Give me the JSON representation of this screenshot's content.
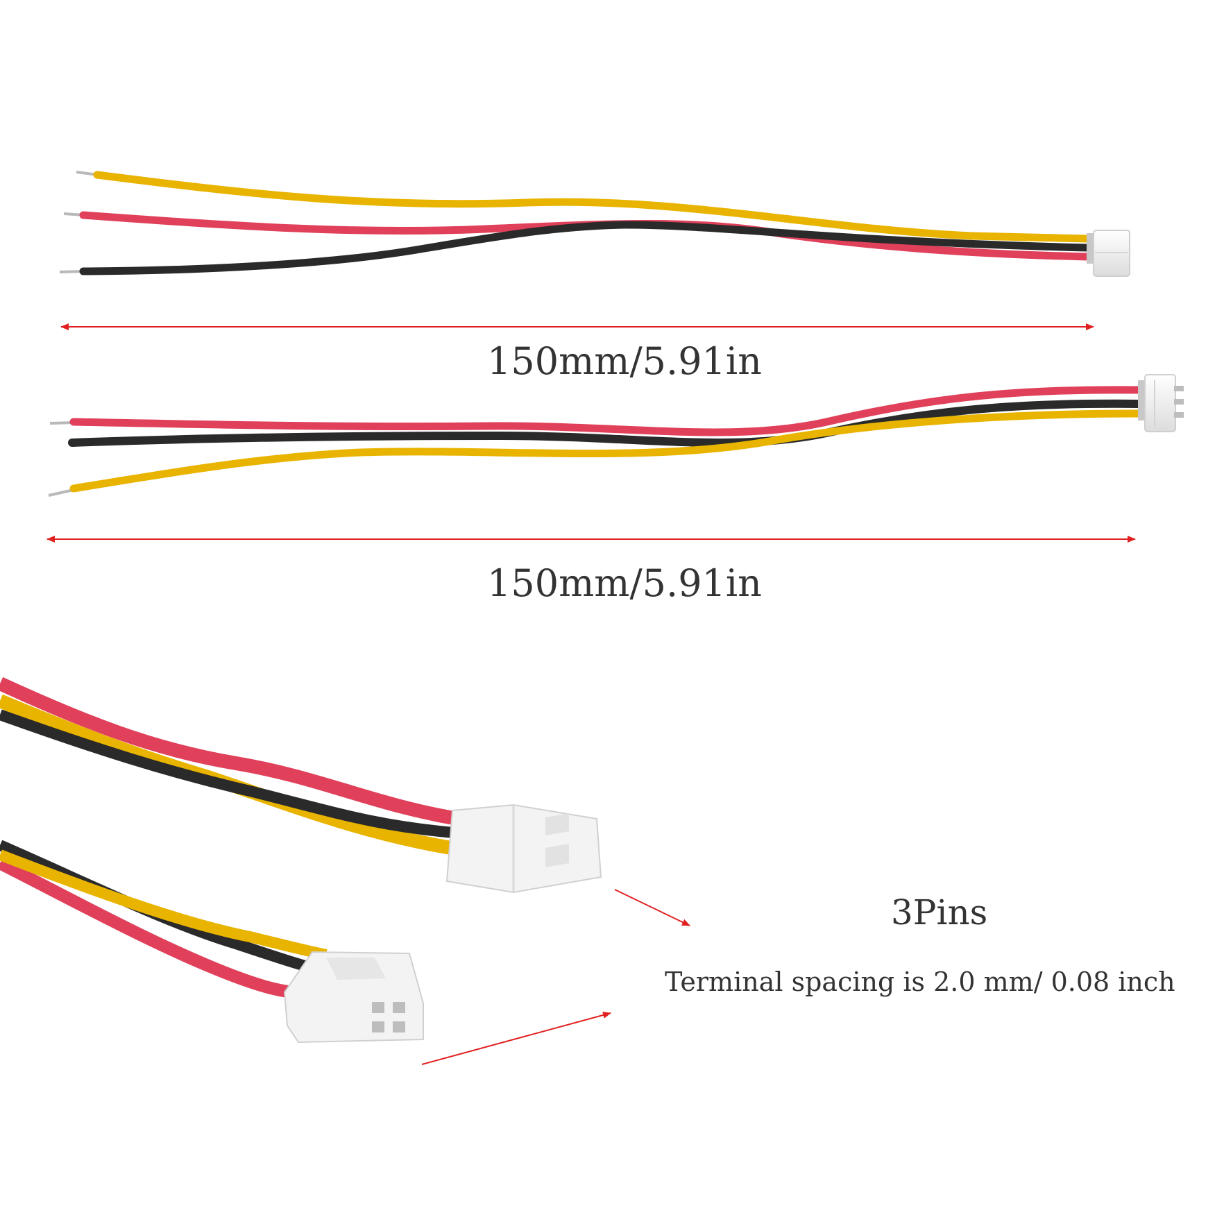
{
  "colors": {
    "wire_yellow": "#e8b400",
    "wire_red": "#e0405a",
    "wire_black": "#2a2a2a",
    "connector_white": "#f1f1f1",
    "arrow_red": "#e02020",
    "text": "#333333"
  },
  "cable_top": {
    "length_label": "150mm/5.91in"
  },
  "cable_middle": {
    "length_label": "150mm/5.91in"
  },
  "connector_detail": {
    "pins_label": "3Pins",
    "spacing_label": "Terminal spacing is 2.0 mm/ 0.08 inch"
  }
}
